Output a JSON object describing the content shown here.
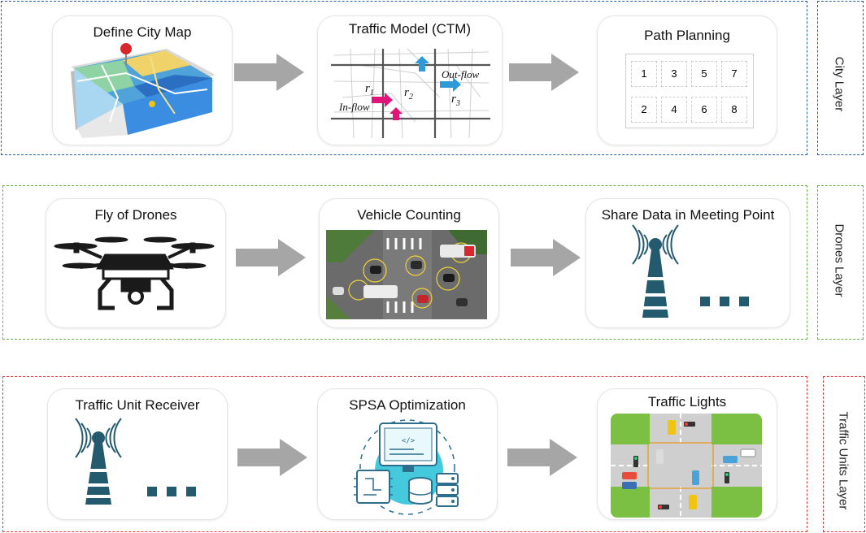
{
  "layers": [
    {
      "label": "City Layer",
      "color": "#2f5c9a",
      "cards": [
        {
          "title": "Define City Map",
          "icon": "city-map-icon"
        },
        {
          "title": "Traffic Model (CTM)",
          "icon": "traffic-model-icon",
          "labels": {
            "in_flow": "In-flow",
            "out_flow": "Out-flow",
            "r1": "r",
            "r1_sub": "1",
            "r2": "r",
            "r2_sub": "2",
            "r3": "r",
            "r3_sub": "3"
          }
        },
        {
          "title": "Path Planning",
          "icon": "path-planning-grid-icon",
          "grid": [
            "1",
            "3",
            "5",
            "7",
            "2",
            "4",
            "6",
            "8"
          ]
        }
      ]
    },
    {
      "label": "Drones Layer",
      "color": "#6ab04c",
      "cards": [
        {
          "title": "Fly of Drones",
          "icon": "drone-icon"
        },
        {
          "title": "Vehicle Counting",
          "icon": "vehicle-counting-photo"
        },
        {
          "title": "Share Data in Meeting Point",
          "icon": "antenna-tower-icon"
        }
      ]
    },
    {
      "label": "Traffic Units Layer",
      "color": "#e03b3b",
      "cards": [
        {
          "title": "Traffic Unit Receiver",
          "icon": "antenna-tower-icon"
        },
        {
          "title": "SPSA Optimization",
          "icon": "optimization-computer-icon"
        },
        {
          "title": "Traffic Lights",
          "icon": "traffic-intersection-icon"
        }
      ]
    }
  ],
  "colors": {
    "arrow": "#a6a6a6",
    "tower": "#245a6e"
  }
}
